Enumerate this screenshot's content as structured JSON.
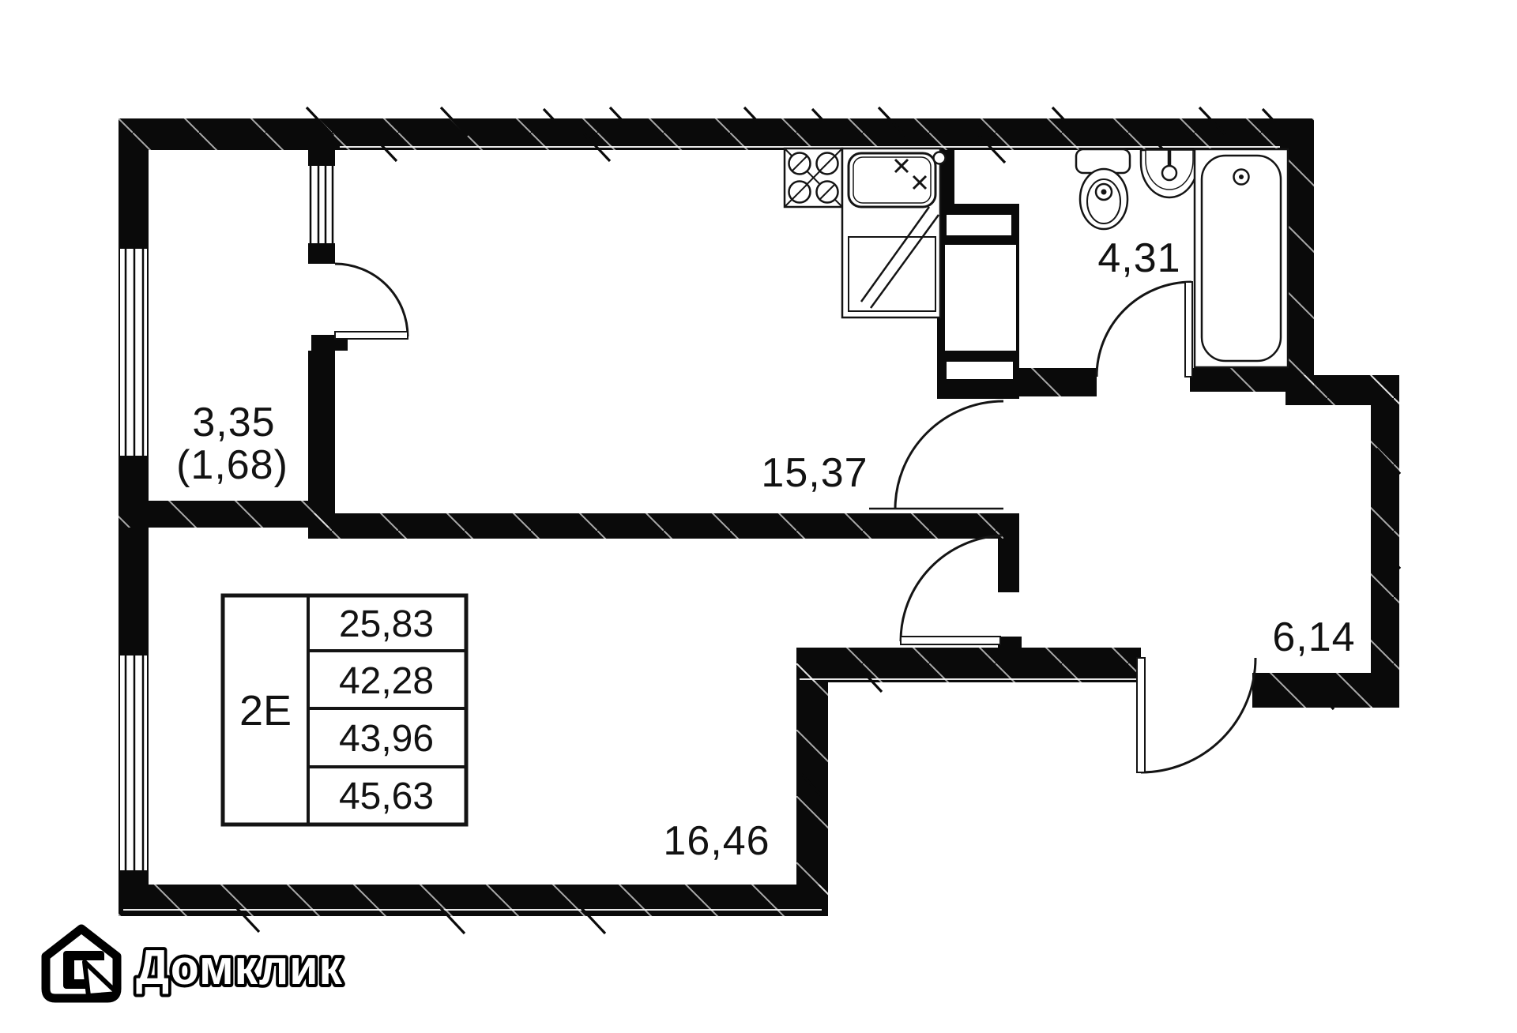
{
  "page": {
    "background": "#ffffff"
  },
  "branding": {
    "logo_text": "Домклик",
    "logo_icon": "domclick-house-icon",
    "logo_fill": "#ffffff",
    "logo_stroke": "#000000"
  },
  "floor_plan": {
    "wall_color": "#0a0a0a",
    "line_color": "#141414",
    "rooms": [
      {
        "name": "loggia",
        "area": "3,35",
        "area_reduced": "(1,68)"
      },
      {
        "name": "kitchen-living-room",
        "area": "15,37"
      },
      {
        "name": "bathroom",
        "area": "4,31"
      },
      {
        "name": "hallway",
        "area": "6,14"
      },
      {
        "name": "living-room",
        "area": "16,46"
      }
    ],
    "fixtures": [
      "stove",
      "kitchen-sink",
      "toilet",
      "washbasin",
      "bathtub"
    ]
  },
  "apartment_table": {
    "type_label": "2Е",
    "rows": [
      "25,83",
      "42,28",
      "43,96",
      "45,63"
    ]
  }
}
